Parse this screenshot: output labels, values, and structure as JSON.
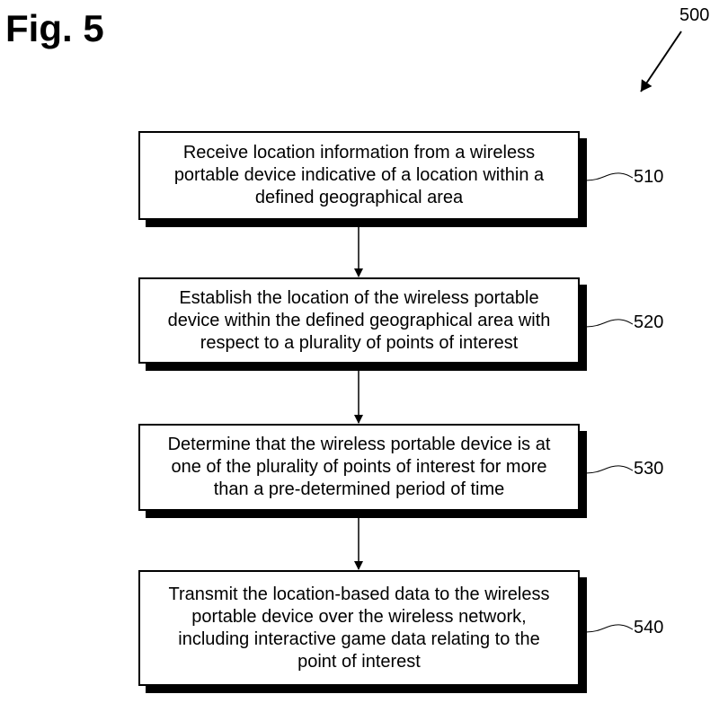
{
  "figure": {
    "title": "Fig. 5",
    "reference": "500"
  },
  "steps": [
    {
      "id": "510",
      "text": "Receive location information from a wireless\nportable device indicative of a location within a\ndefined geographical area"
    },
    {
      "id": "520",
      "text": "Establish the location of the wireless portable\ndevice within the defined geographical area with\nrespect to a plurality of points of interest"
    },
    {
      "id": "530",
      "text": "Determine that the wireless portable device is at\none of the plurality of points of interest for more\nthan a pre-determined period of time"
    },
    {
      "id": "540",
      "text": "Transmit the location-based data to the wireless\nportable device over the wireless network,\nincluding interactive game data relating to the\npoint of interest"
    }
  ]
}
